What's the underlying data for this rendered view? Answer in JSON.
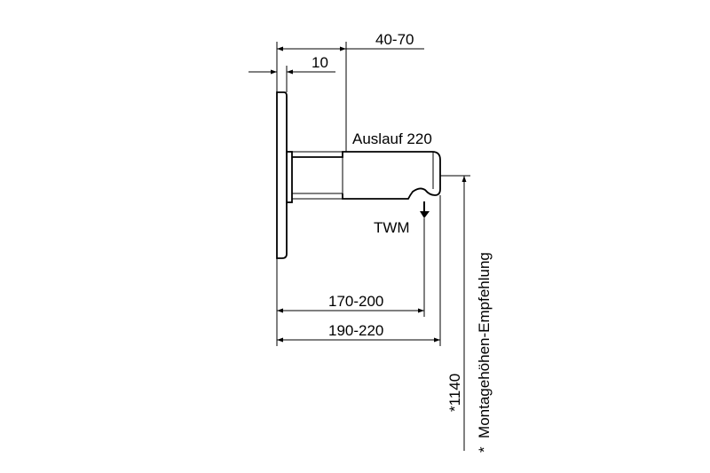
{
  "drawing": {
    "dimensions": {
      "total_depth": "40-70",
      "plate": "10",
      "spout": "Auslauf 220",
      "flow_label": "TWM",
      "reach_inner": "170-200",
      "reach_outer": "190-220",
      "mount_height": "*1140",
      "note": "*  Montagehöhen-Empfehlung"
    }
  }
}
